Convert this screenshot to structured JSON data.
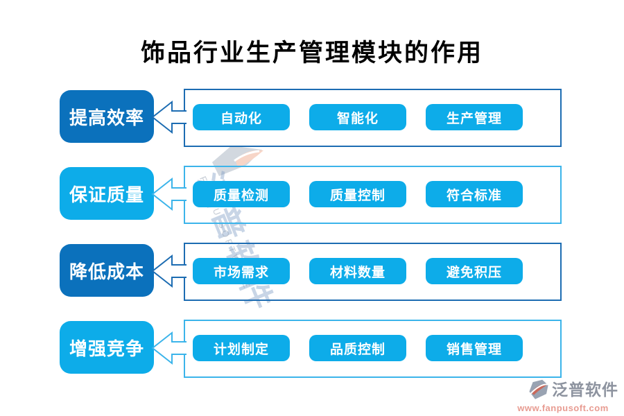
{
  "title": "饰品行业生产管理模块的作用",
  "rows": [
    {
      "label": "提高效率",
      "tone": "dark",
      "items": [
        "自动化",
        "智能化",
        "生产管理"
      ]
    },
    {
      "label": "保证质量",
      "tone": "light",
      "items": [
        "质量检测",
        "质量控制",
        "符合标准"
      ]
    },
    {
      "label": "降低成本",
      "tone": "dark",
      "items": [
        "市场需求",
        "材料数量",
        "避免积压"
      ]
    },
    {
      "label": "增强竞争",
      "tone": "light",
      "items": [
        "计划制定",
        "品质控制",
        "销售管理"
      ]
    }
  ],
  "watermark": {
    "brand_cn": "泛普软件",
    "brand_en": "FANPU SOFTWARE"
  },
  "footer": {
    "brand": "泛普软件",
    "url": "www.fanpusoft.com"
  },
  "colors": {
    "dark_blue": "#0B71BC",
    "light_blue": "#0DACE9",
    "dark_border": "#1C6CB2",
    "light_border": "#3BB4EA",
    "title_color": "#000000",
    "footer_brand_color": "#8D939F",
    "footer_url_color": "#E89C92"
  }
}
